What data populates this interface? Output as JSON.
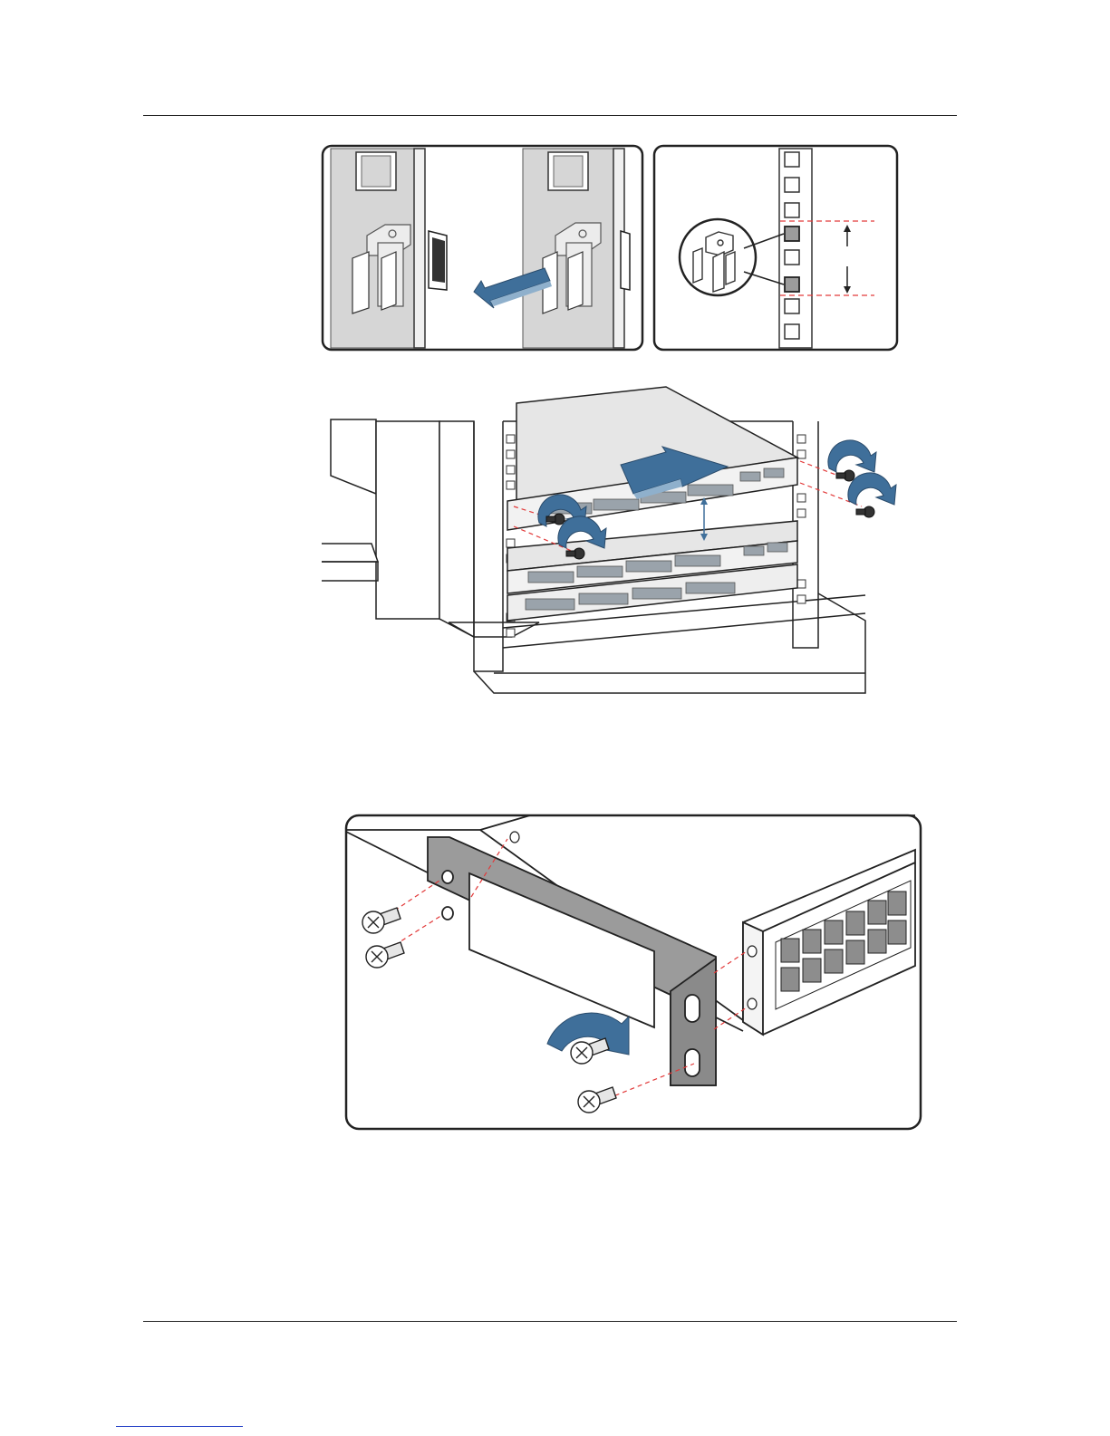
{
  "page": {
    "figures": [
      {
        "id": "cage-nut-installation",
        "panels": [
          "cage-nut-insert",
          "cage-nut-position"
        ]
      },
      {
        "id": "device-rack-mounting"
      },
      {
        "id": "mounting-bracket-attachment"
      }
    ]
  },
  "colors": {
    "accent_blue": "#3f6f9a",
    "guide_red": "#e23a3a",
    "rack_gray": "#d6d6d6",
    "line": "#222222"
  },
  "icons": [
    "arrow-icon",
    "screw-icon",
    "rotate-arrow-icon"
  ]
}
